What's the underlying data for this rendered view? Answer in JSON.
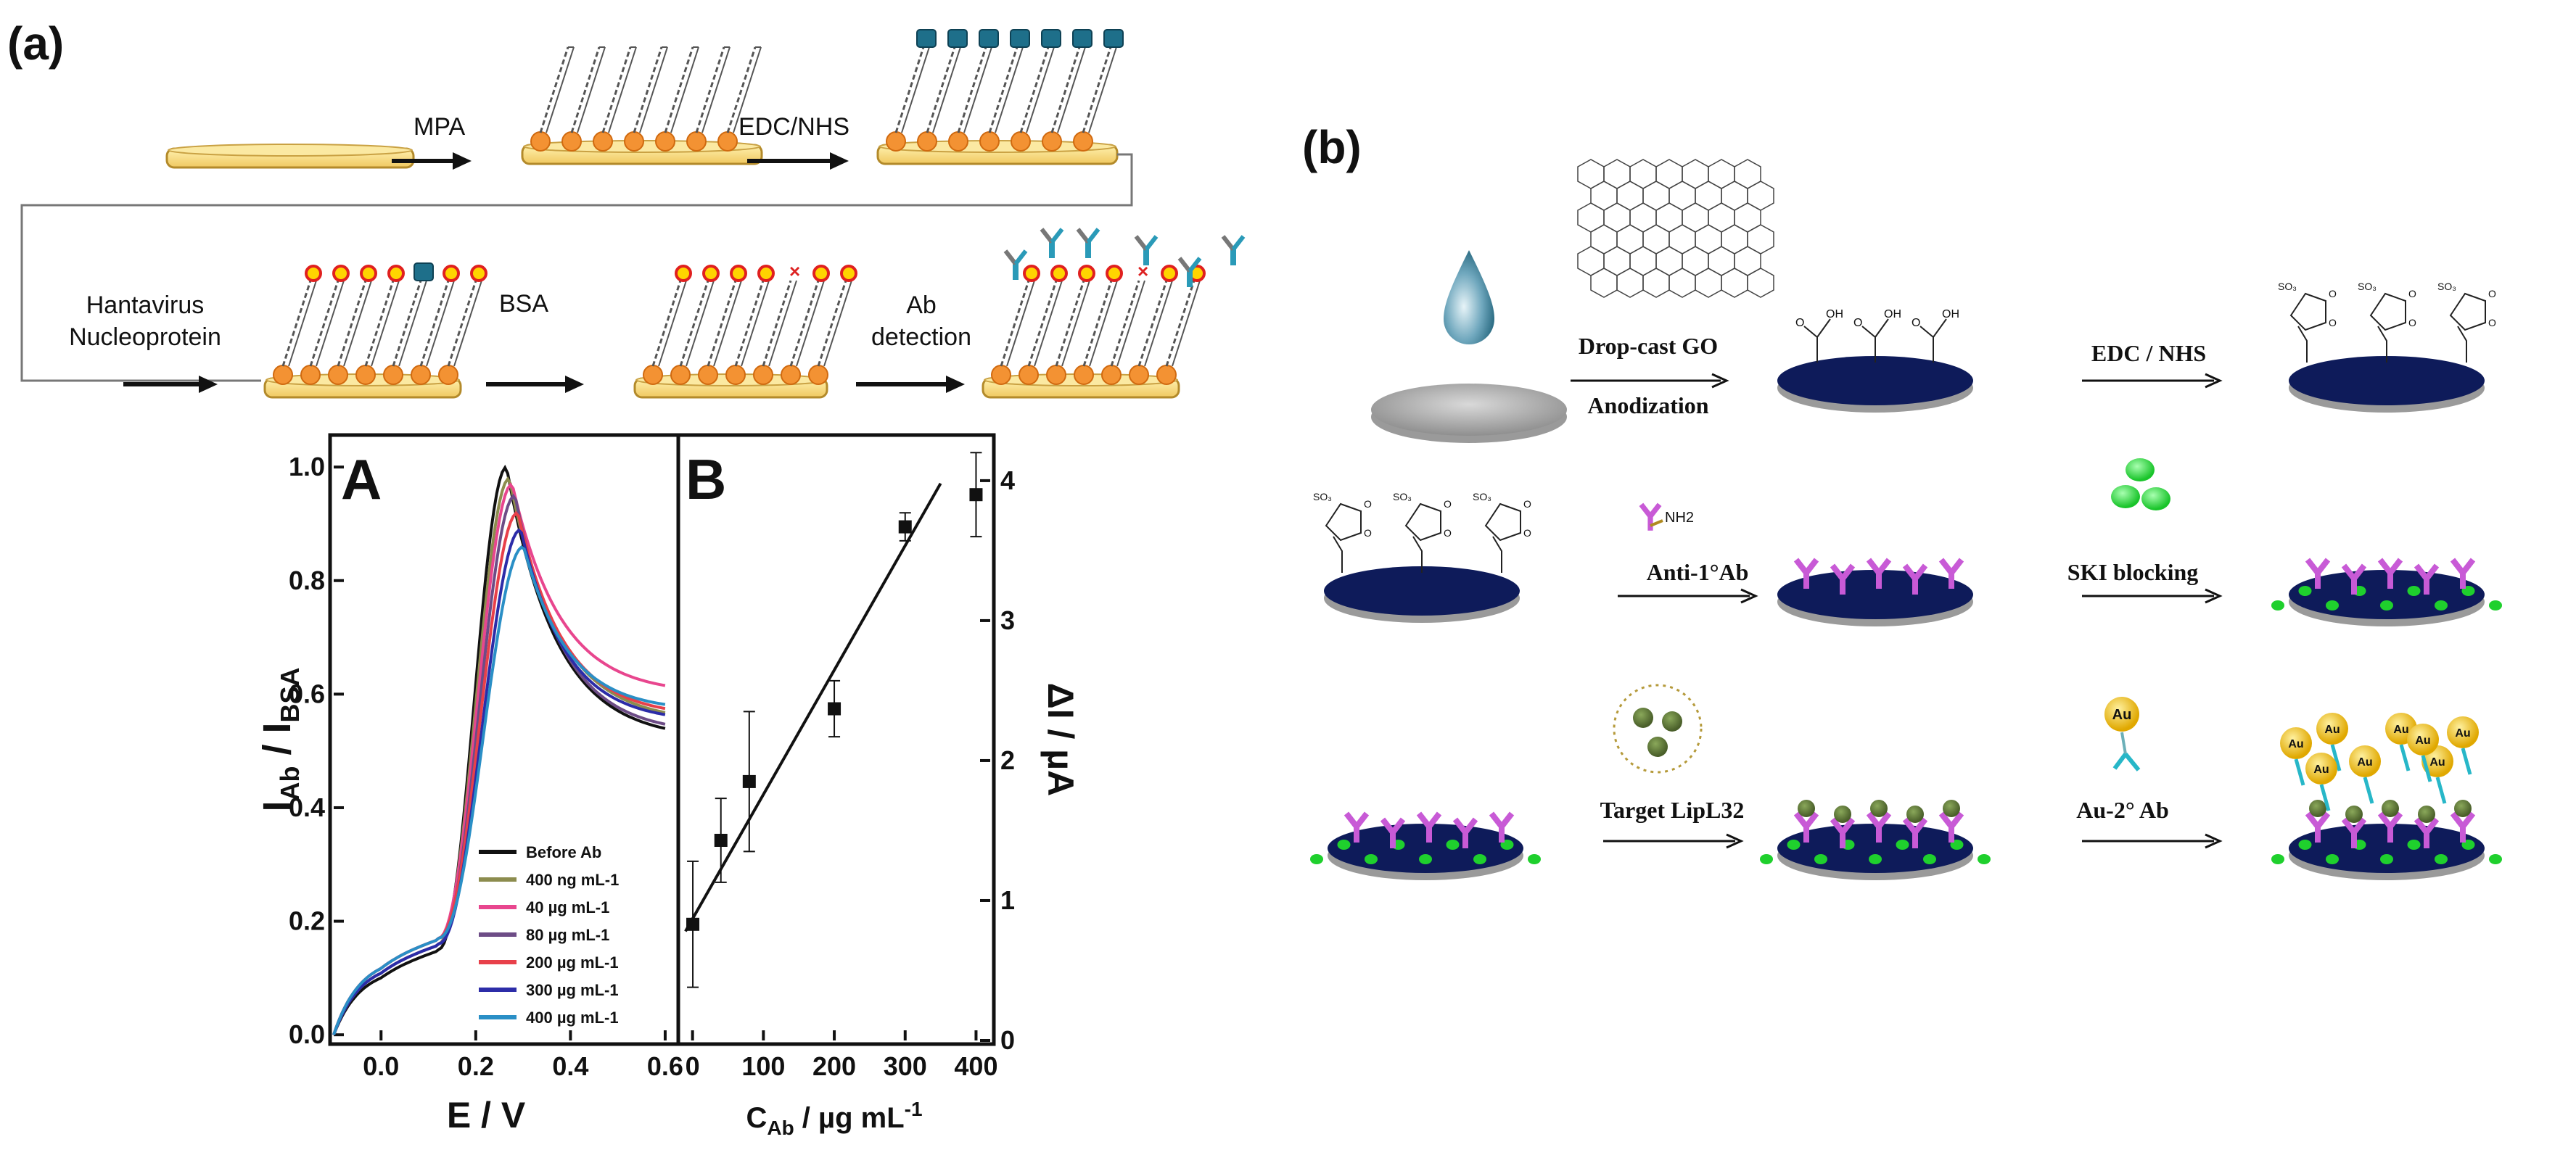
{
  "panel_a": {
    "label": "(a)",
    "steps": {
      "mpa": "MPA",
      "edc_nhs": "EDC/NHS",
      "hantavirus_line1": "Hantavirus",
      "hantavirus_line2": "Nucleoprotein",
      "bsa": "BSA",
      "ab_line1": "Ab",
      "ab_line2": "detection"
    }
  },
  "panel_b": {
    "label": "(b)",
    "steps": {
      "drop_cast": "Drop-cast GO",
      "anodization": "Anodization",
      "edc_nhs": "EDC / NHS",
      "anti_ab": "Anti-1°Ab",
      "nh2": "NH2",
      "ski_blocking": "SKI blocking",
      "target": "Target LipL32",
      "au_ab": "Au-2° Ab",
      "au": "Au"
    }
  },
  "chart_data": [
    {
      "type": "line",
      "panel_letter": "A",
      "xlabel": "E / V",
      "ylabel_main": "I",
      "ylabel_sub1": "Ab",
      "ylabel_mid": " / I",
      "ylabel_sub2": "BSA",
      "xlim": [
        -0.1,
        0.62
      ],
      "ylim": [
        -0.01,
        1.05
      ],
      "xticks": [
        "0.0",
        "0.2",
        "0.4",
        "0.6"
      ],
      "yticks": [
        "0.0",
        "0.2",
        "0.4",
        "0.6",
        "0.8",
        "1.0"
      ],
      "legend_position": "bottom-right",
      "series": [
        {
          "name": "Before Ab",
          "color": "#111111",
          "peak": 1.0,
          "tail": 0.52,
          "pre": 0.12
        },
        {
          "name": "400 ng mL-1",
          "color": "#8c8c4e",
          "peak": 0.98,
          "tail": 0.55,
          "pre": 0.13
        },
        {
          "name": "40 µg mL-1",
          "color": "#e8468e",
          "peak": 0.97,
          "tail": 0.6,
          "pre": 0.14
        },
        {
          "name": "80 µg mL-1",
          "color": "#6d4c86",
          "peak": 0.95,
          "tail": 0.53,
          "pre": 0.13
        },
        {
          "name": "200 µg mL-1",
          "color": "#e8404a",
          "peak": 0.92,
          "tail": 0.56,
          "pre": 0.14
        },
        {
          "name": "300 µg mL-1",
          "color": "#2c2ca8",
          "peak": 0.89,
          "tail": 0.55,
          "pre": 0.13
        },
        {
          "name": "400 µg mL-1",
          "color": "#2a8fc6",
          "peak": 0.86,
          "tail": 0.57,
          "pre": 0.14
        }
      ]
    },
    {
      "type": "scatter",
      "panel_letter": "B",
      "xlabel_main": "C",
      "xlabel_sub": "Ab",
      "xlabel_rest": " / µg mL",
      "xlabel_sup": "-1",
      "ylabel": "ΔI / µA",
      "xlim": [
        -15,
        420
      ],
      "ylim": [
        0,
        4.3
      ],
      "xticks": [
        "0",
        "100",
        "200",
        "300",
        "400"
      ],
      "yticks": [
        "0",
        "1",
        "2",
        "3",
        "4"
      ],
      "points": [
        {
          "x": 0.4,
          "y": 0.83,
          "err": 0.45
        },
        {
          "x": 40,
          "y": 1.43,
          "err": 0.3
        },
        {
          "x": 80,
          "y": 1.85,
          "err": 0.5
        },
        {
          "x": 200,
          "y": 2.37,
          "err": 0.2
        },
        {
          "x": 300,
          "y": 3.67,
          "err": 0.1
        },
        {
          "x": 400,
          "y": 3.9,
          "err": 0.3
        }
      ],
      "fit": {
        "x0": -10,
        "y0": 0.78,
        "x1": 350,
        "y1": 3.98
      }
    }
  ]
}
